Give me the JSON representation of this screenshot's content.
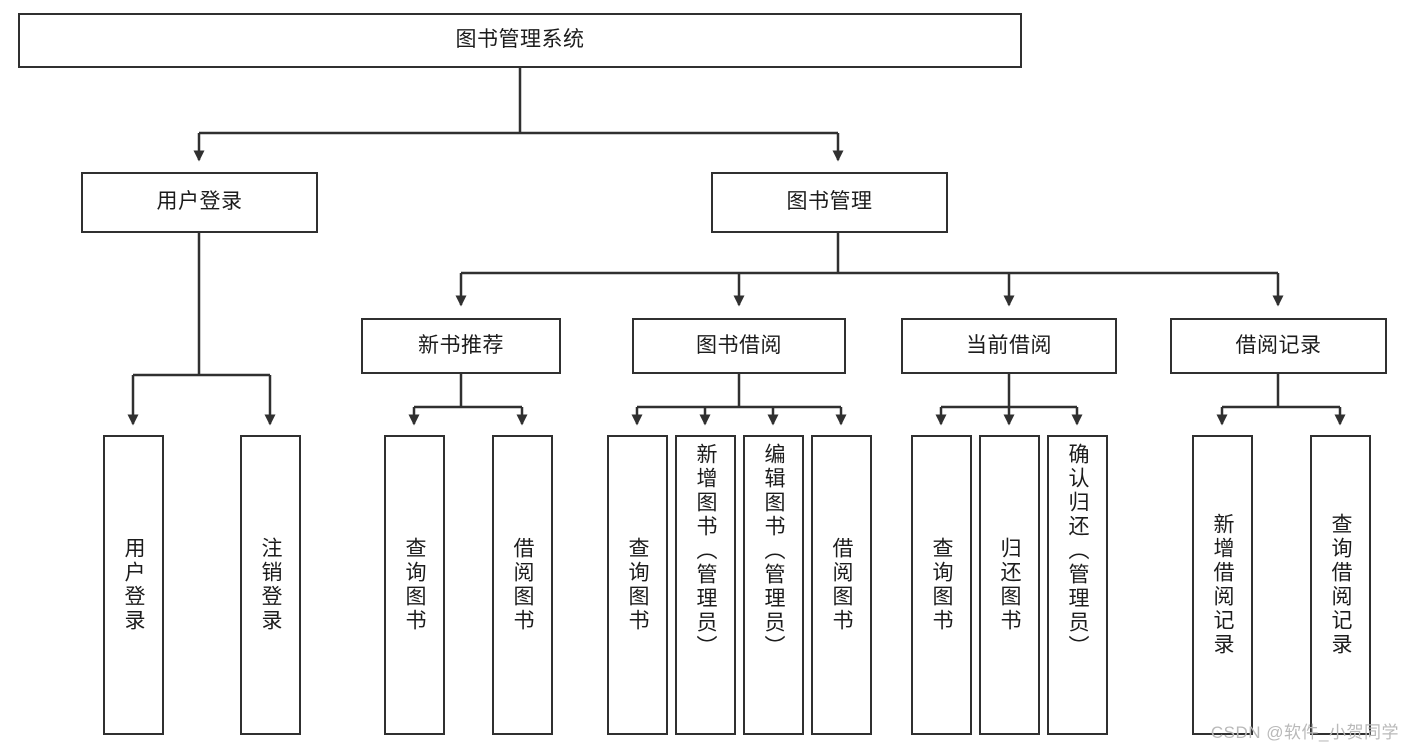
{
  "diagram": {
    "type": "tree-hierarchy-chart",
    "title": "图书管理系统",
    "stroke_color": "#303030",
    "background_color": "#ffffff",
    "watermark": "CSDN @软件_小贺同学",
    "nodes": {
      "root": {
        "label": "图书管理系统",
        "level": 1,
        "orientation": "horizontal"
      },
      "l2": [
        {
          "id": "user-login",
          "label": "用户登录",
          "level": 2,
          "orientation": "horizontal"
        },
        {
          "id": "book-manage",
          "label": "图书管理",
          "level": 2,
          "orientation": "horizontal"
        }
      ],
      "l3": [
        {
          "id": "new-book-recommend",
          "label": "新书推荐",
          "level": 3,
          "orientation": "horizontal"
        },
        {
          "id": "book-borrow",
          "label": "图书借阅",
          "level": 3,
          "orientation": "horizontal"
        },
        {
          "id": "current-borrow",
          "label": "当前借阅",
          "level": 3,
          "orientation": "horizontal"
        },
        {
          "id": "borrow-record",
          "label": "借阅记录",
          "level": 3,
          "orientation": "horizontal"
        }
      ],
      "leaves": [
        {
          "id": "leaf-user-login",
          "label": "用户登录",
          "parent": "user-login",
          "orientation": "vertical"
        },
        {
          "id": "leaf-logout",
          "label": "注销登录",
          "parent": "user-login",
          "orientation": "vertical"
        },
        {
          "id": "leaf-query-book-1",
          "label": "查询图书",
          "parent": "new-book-recommend",
          "orientation": "vertical"
        },
        {
          "id": "leaf-borrow-book-1",
          "label": "借阅图书",
          "parent": "new-book-recommend",
          "orientation": "vertical"
        },
        {
          "id": "leaf-query-book-2",
          "label": "查询图书",
          "parent": "book-borrow",
          "orientation": "vertical"
        },
        {
          "id": "leaf-add-book",
          "label": "新增图书（管理员）",
          "parent": "book-borrow",
          "orientation": "vertical"
        },
        {
          "id": "leaf-edit-book",
          "label": "编辑图书（管理员）",
          "parent": "book-borrow",
          "orientation": "vertical"
        },
        {
          "id": "leaf-borrow-book-2",
          "label": "借阅图书",
          "parent": "book-borrow",
          "orientation": "vertical"
        },
        {
          "id": "leaf-query-book-3",
          "label": "查询图书",
          "parent": "current-borrow",
          "orientation": "vertical"
        },
        {
          "id": "leaf-return-book",
          "label": "归还图书",
          "parent": "current-borrow",
          "orientation": "vertical"
        },
        {
          "id": "leaf-confirm-return",
          "label": "确认归还（管理员）",
          "parent": "current-borrow",
          "orientation": "vertical"
        },
        {
          "id": "leaf-add-record",
          "label": "新增借阅记录",
          "parent": "borrow-record",
          "orientation": "vertical"
        },
        {
          "id": "leaf-query-record",
          "label": "查询借阅记录",
          "parent": "borrow-record",
          "orientation": "vertical"
        }
      ]
    }
  }
}
